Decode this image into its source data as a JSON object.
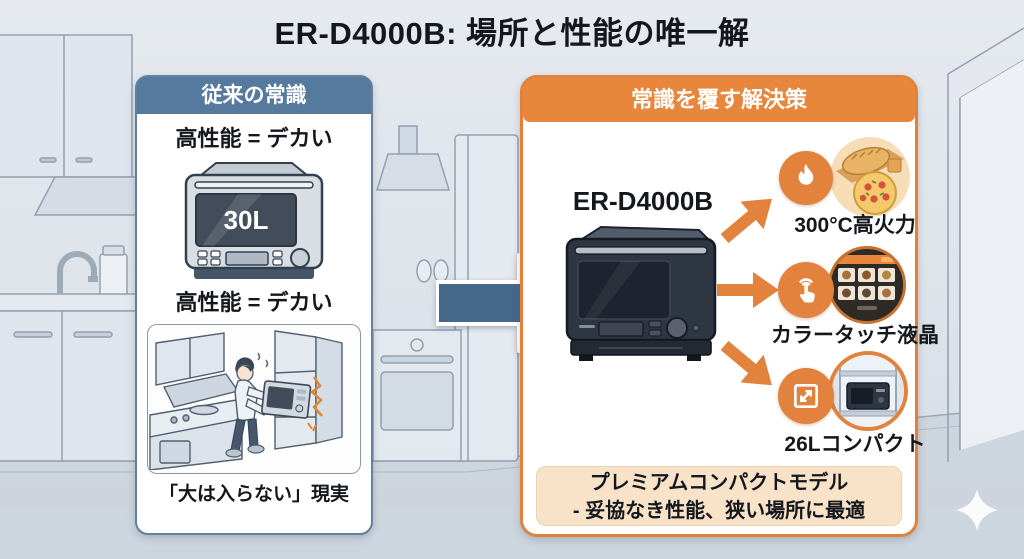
{
  "title": "ER-D4000B: 場所と性能の唯一解",
  "left_panel": {
    "header": "従来の常識",
    "claim_top": "高性能 = デカい",
    "capacity_label": "30L",
    "claim_bottom": "高性能 = デカい",
    "caption": "「大は入らない」現実"
  },
  "arrow": {
    "direction": "right"
  },
  "right_panel": {
    "header": "常識を覆す解決策",
    "product_name": "ER-D4000B",
    "features": [
      {
        "icon": "flame-icon",
        "label": "300°C高火力"
      },
      {
        "icon": "touch-icon",
        "label": "カラータッチ液晶"
      },
      {
        "icon": "expand-icon",
        "label": "26Lコンパクト"
      }
    ],
    "summary_line1": "プレミアムコンパクトモデル",
    "summary_line2": "- 妥協なき性能、狭い場所に最適"
  },
  "colors": {
    "accent_orange": "#e2823c",
    "header_orange": "#e8863c",
    "header_blue": "#56799e",
    "big_arrow_blue": "#45688b",
    "summary_bg": "#f9e3c8",
    "background": "#dde3ea"
  }
}
